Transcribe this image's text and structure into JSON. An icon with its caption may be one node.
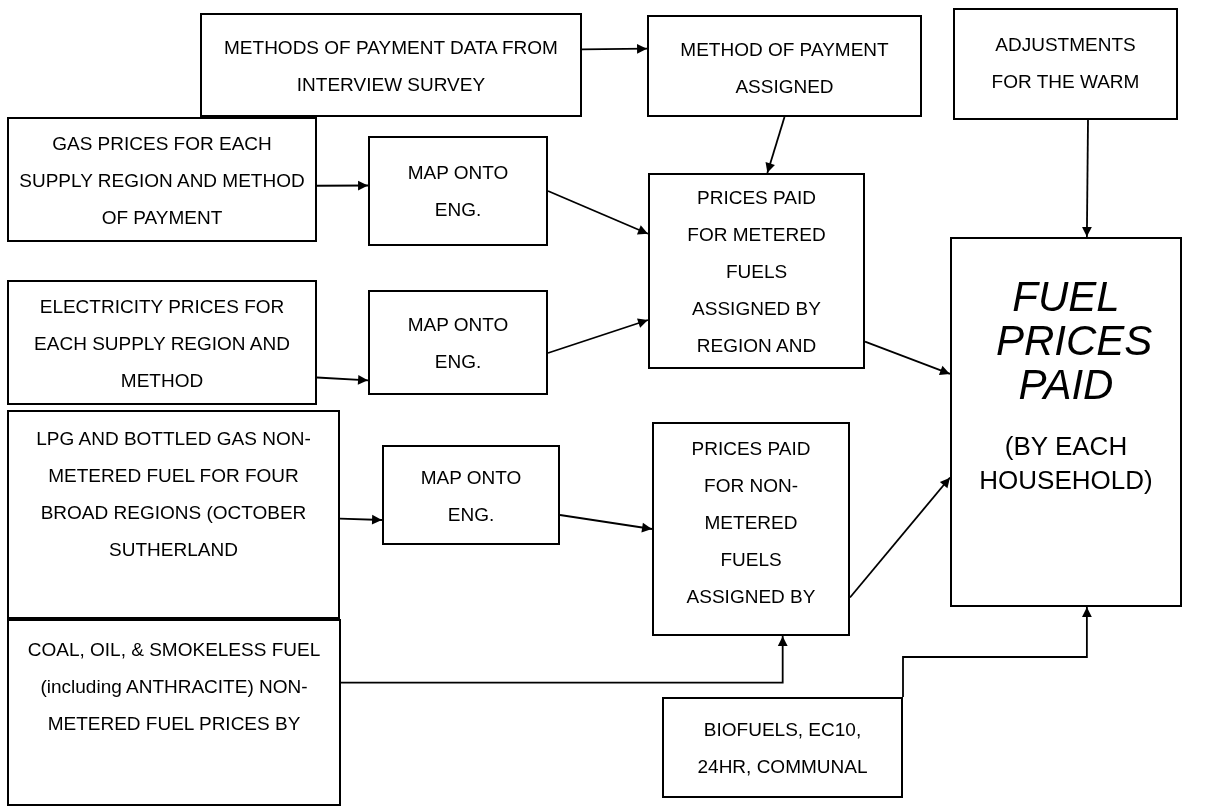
{
  "diagram": {
    "nodes": [
      {
        "text": [
          "METHODS OF PAYMENT DATA FROM INTERVIEW SURVEY"
        ]
      },
      {
        "text": [
          "METHOD OF PAYMENT ASSIGNED"
        ]
      },
      {
        "text": [
          "ADJUSTMENTS FOR THE WARM"
        ]
      },
      {
        "text": [
          "GAS PRICES FOR EACH SUPPLY REGION AND METHOD OF PAYMENT"
        ]
      },
      {
        "text": [
          "MAP ONTO ENG."
        ]
      },
      {
        "text": [
          "PRICES PAID FOR METERED FUELS ASSIGNED BY REGION AND"
        ]
      },
      {
        "text": [
          "ELECTRICITY PRICES FOR EACH SUPPLY REGION AND METHOD"
        ]
      },
      {
        "text": [
          "MAP ONTO ENG."
        ]
      },
      {
        "text": [
          "FUEL PRICES PAID",
          "(BY EACH HOUSEHOLD)"
        ]
      },
      {
        "text": [
          "LPG AND BOTTLED GAS NON-METERED FUEL FOR FOUR BROAD REGIONS (OCTOBER SUTHERLAND"
        ]
      },
      {
        "text": [
          "MAP ONTO ENG."
        ]
      },
      {
        "text": [
          "PRICES PAID FOR NON-METERED FUELS ASSIGNED BY"
        ]
      },
      {
        "text": [
          "COAL, OIL, & SMOKELESS FUEL (including ANTHRACITE) NON-METERED FUEL PRICES BY"
        ]
      },
      {
        "text": [
          "BIOFUELS, EC10, 24HR, COMMUNAL"
        ]
      }
    ],
    "edges": [
      {
        "from": 0,
        "to": 1,
        "arrow": "to"
      },
      {
        "from": 1,
        "to": 5,
        "arrow": "to"
      },
      {
        "from": 2,
        "to": 8,
        "arrow": "to"
      },
      {
        "from": 3,
        "to": 4,
        "arrow": "to"
      },
      {
        "from": 4,
        "to": 5,
        "arrow": "to"
      },
      {
        "from": 5,
        "to": 8,
        "arrow": "to"
      },
      {
        "from": 6,
        "to": 7,
        "arrow": "to"
      },
      {
        "from": 7,
        "to": 5,
        "arrow": "to"
      },
      {
        "from": 9,
        "to": 10,
        "arrow": "to"
      },
      {
        "from": 10,
        "to": 11,
        "arrow": "to"
      },
      {
        "from": 11,
        "to": 8,
        "arrow": "to"
      },
      {
        "from": 12,
        "to": 11,
        "arrow": "to"
      },
      {
        "from": 13,
        "to": 8,
        "arrow": "to"
      }
    ]
  }
}
